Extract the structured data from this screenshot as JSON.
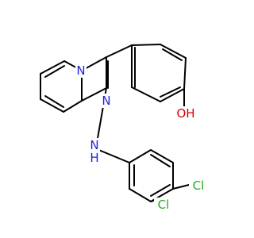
{
  "molecule": {
    "colors": {
      "bond": "#000000",
      "nitrogen": "#2222dd",
      "oxygen": "#dd0000",
      "chlorine": "#22aa22"
    },
    "labels": {
      "n1": "N",
      "n3": "N",
      "nh": "N",
      "nh_h": "H",
      "oh": "OH",
      "cl3": "Cl",
      "cl4": "Cl"
    }
  }
}
